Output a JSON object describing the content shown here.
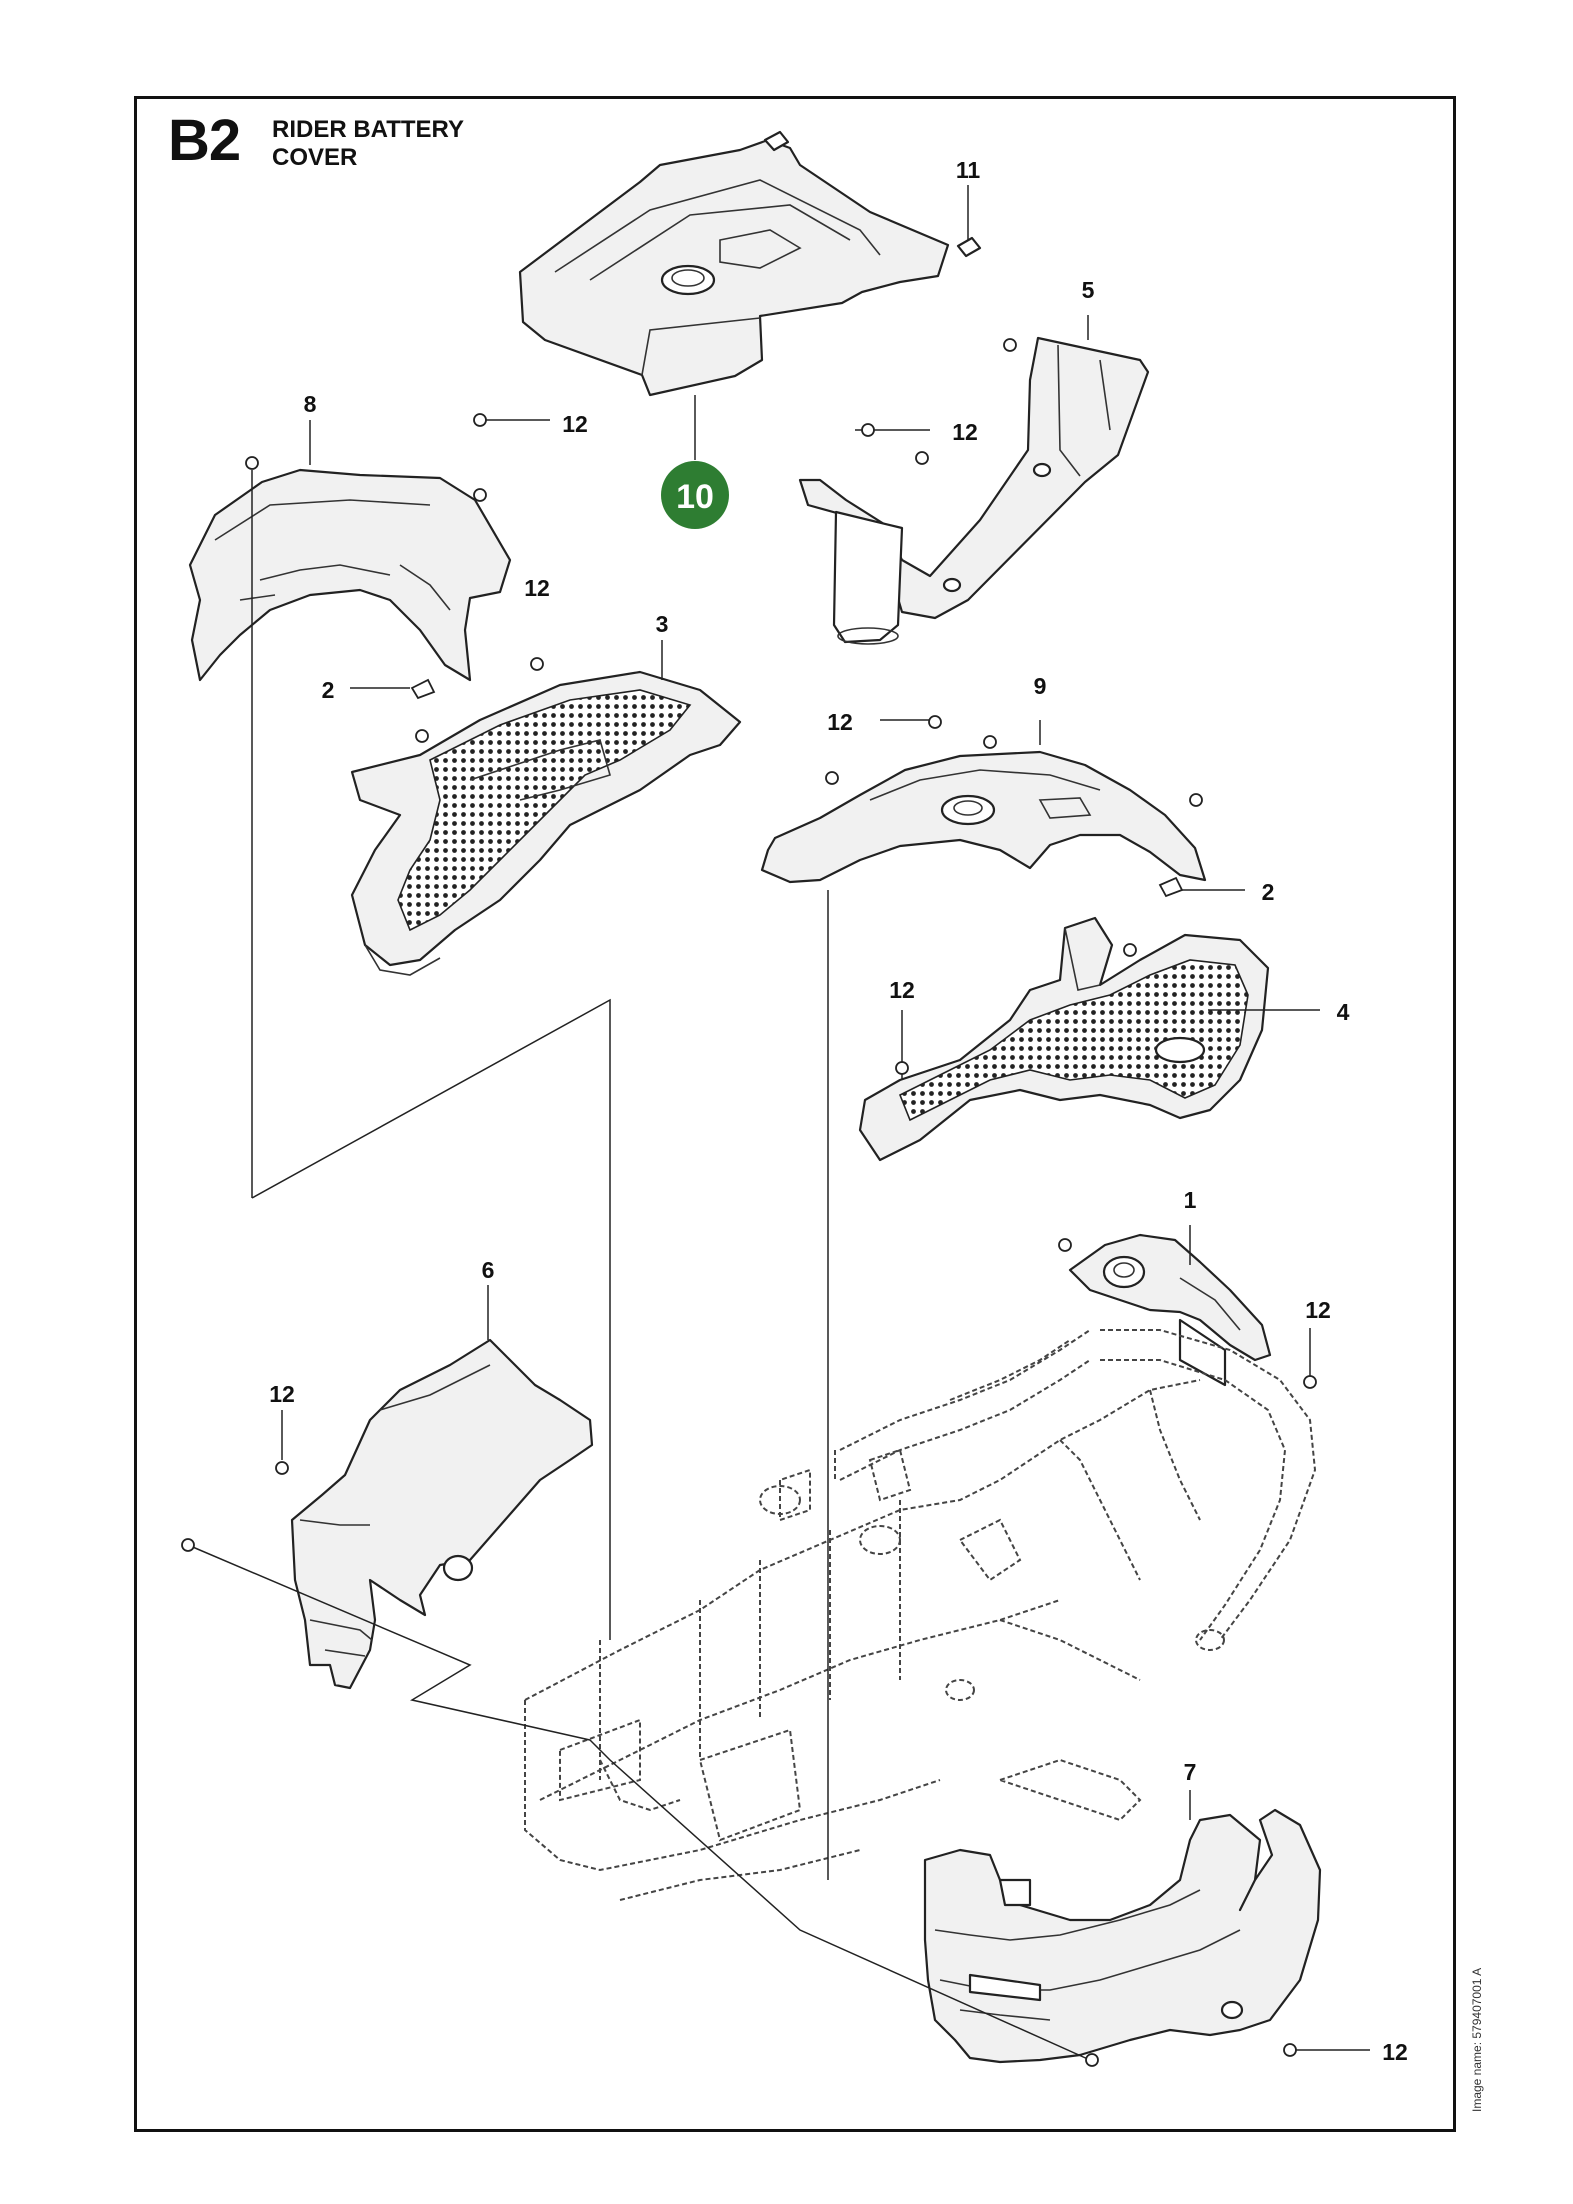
{
  "section": {
    "code": "B2",
    "title_line1": "RIDER BATTERY",
    "title_line2": "COVER"
  },
  "image_name": "Image name: 579407001 A",
  "highlight_color": "#2e7d32",
  "callouts": {
    "p10": "10",
    "p11": "11",
    "p5": "5",
    "p8": "8",
    "p12a": "12",
    "p12b": "12",
    "p12c": "12",
    "p3": "3",
    "p2a": "2",
    "p12d": "12",
    "p9": "9",
    "p2b": "2",
    "p12e": "12",
    "p4": "4",
    "p1": "1",
    "p12f": "12",
    "p6": "6",
    "p12g": "12",
    "p7": "7",
    "p12h": "12"
  }
}
